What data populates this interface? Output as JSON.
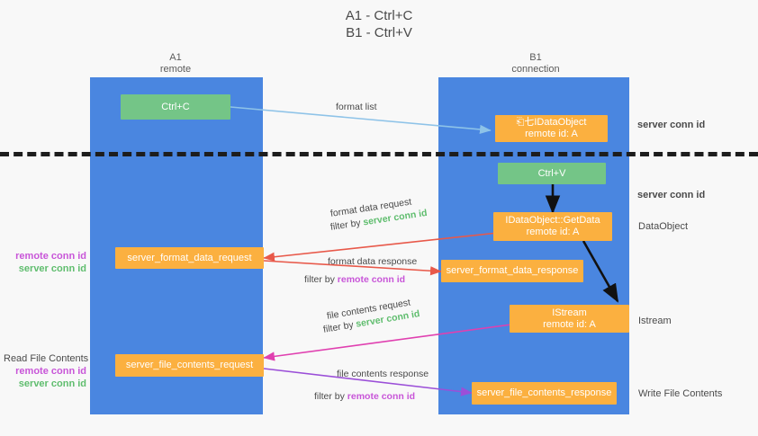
{
  "title": {
    "line1": "A1 - Ctrl+C",
    "line2": "B1 - Ctrl+V"
  },
  "lanes": [
    {
      "id": "a1",
      "name": "A1",
      "role": "remote",
      "color": "#4a86e0"
    },
    {
      "id": "b1",
      "name": "B1",
      "role": "connection",
      "color": "#4a86e0"
    }
  ],
  "nodes": {
    "ctrl_c": {
      "label": "Ctrl+C",
      "color": "#74c587"
    },
    "ctrl_v": {
      "label": "Ctrl+V",
      "color": "#74c587"
    },
    "idataobject": {
      "line1": "⎗七IDataObject",
      "line2": "remote id: A",
      "color": "#fbb040"
    },
    "getdata": {
      "line1": "IDataObject::GetData",
      "line2": "remote id: A",
      "color": "#fbb040"
    },
    "istream": {
      "line1": "IStream",
      "line2": "remote id: A",
      "color": "#fbb040"
    },
    "server_format_data_request": {
      "label": "server_format_data_request",
      "color": "#fbb040"
    },
    "server_format_data_response": {
      "label": "server_format_data_response",
      "color": "#fbb040"
    },
    "server_file_contents_request": {
      "label": "server_file_contents_request",
      "color": "#fbb040"
    },
    "server_file_contents_response": {
      "label": "server_file_contents_response",
      "color": "#fbb040"
    }
  },
  "edge_labels": {
    "format_list": "format list",
    "format_data_request": "format data request",
    "format_data_request_filter_prefix": "filter by ",
    "format_data_request_filter_value": "server conn id",
    "format_data_response": "format data response",
    "format_data_response_filter_prefix": "filter by ",
    "format_data_response_filter_value": "remote conn id",
    "file_contents_request": "file contents request",
    "file_contents_request_filter_prefix": "filter by ",
    "file_contents_request_filter_value": "server conn id",
    "file_contents_response": "file contents response",
    "file_contents_response_filter_prefix": "filter by ",
    "file_contents_response_filter_value": "remote conn id"
  },
  "right_annotations": [
    {
      "id": "server-conn-id-top",
      "text": "server conn id",
      "style": "green"
    },
    {
      "id": "server-conn-id-mid",
      "text": "server conn id",
      "style": "green"
    },
    {
      "id": "dataobject",
      "text": "DataObject",
      "style": "plain"
    },
    {
      "id": "istream",
      "text": "Istream",
      "style": "plain"
    },
    {
      "id": "write-file-contents",
      "text": "Write File Contents",
      "style": "plain"
    }
  ],
  "left_annotations": [
    {
      "id": "format-data-conn",
      "remote": "remote conn id",
      "server": "server conn id"
    },
    {
      "id": "read-file-contents",
      "heading": "Read File Contents",
      "remote": "remote conn id",
      "server": "server conn id"
    }
  ],
  "colors": {
    "lane": "#4a86e0",
    "green_node": "#74c587",
    "orange_node": "#fbb040",
    "green_text": "#5fbd6e",
    "pink_text": "#c855d8",
    "arrow_lightblue": "#8ec3e8",
    "arrow_red": "#e8594a",
    "arrow_magenta": "#e040b0",
    "arrow_purple": "#9b4fd8",
    "arrow_black": "#111111",
    "divider": "#1d1d1d",
    "background": "#f8f8f8"
  }
}
